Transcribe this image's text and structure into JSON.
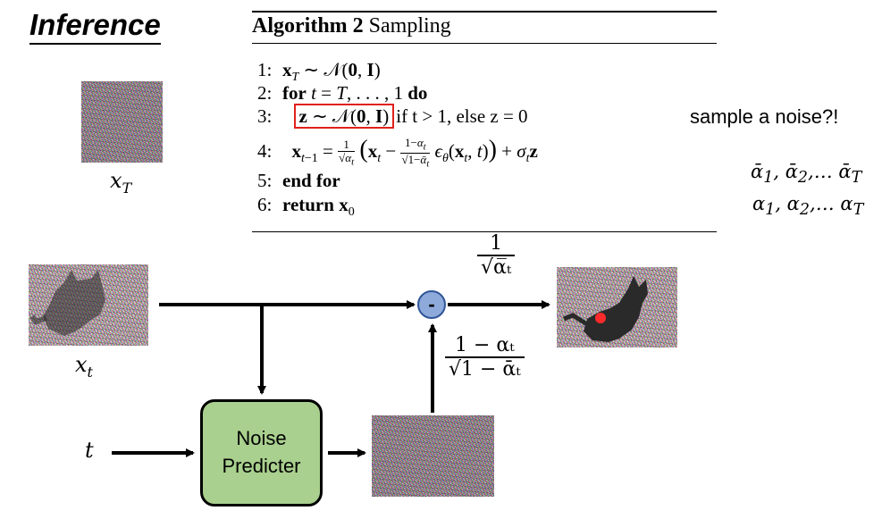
{
  "title": "Inference",
  "algorithm": {
    "heading_bold": "Algorithm 2",
    "heading_rest": "Sampling",
    "lines": {
      "l1_num": "1:",
      "l2_num": "2:",
      "l3_num": "3:",
      "l4_num": "4:",
      "l5_num": "5:",
      "l6_num": "6:",
      "l2_kw_for": "for",
      "l2_kw_do": "do",
      "l3_rest": "if t > 1, else z = 0",
      "l5_text": "end for",
      "l6_kw": "return"
    }
  },
  "notes": {
    "sample_noise": "sample a noise?!",
    "alpha_bar_seq": "ᾱ₁, ᾱ₂,… ᾱ_T",
    "alpha_seq": "α₁, α₂,… α_T"
  },
  "labels": {
    "x_T": "x",
    "x_T_sub": "T",
    "x_t": "x",
    "x_t_sub": "t",
    "t": "t"
  },
  "noise_predictor": {
    "line1": "Noise",
    "line2": "Predicter"
  },
  "operator": "-",
  "fractions": {
    "top_num": "1",
    "top_den": "√α̅ₜ",
    "mid_num": "1 − αₜ",
    "mid_den": "√1 − ᾱₜ"
  },
  "colors": {
    "noise_predictor_fill": "#a9d08e",
    "operator_fill": "#8eaadb",
    "highlight_box": "#e0211b",
    "red_dot": "#ff2a2a"
  }
}
